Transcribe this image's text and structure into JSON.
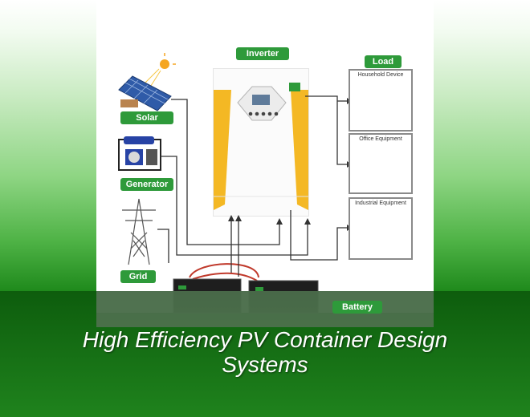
{
  "diagram": {
    "labels": {
      "inverter": "Inverter",
      "load": "Load",
      "solar_panels": "Solar Panels",
      "generator": "Generator",
      "grid": "Grid",
      "battery": "Battery"
    },
    "load_groups": [
      {
        "title": "Household Device"
      },
      {
        "title": "Office Equipment"
      },
      {
        "title": "Industrial Equipment"
      }
    ],
    "colors": {
      "tag_green": "#2e9a3a",
      "inverter_accent": "#f4b824",
      "wire": "#333333",
      "cable_red": "#c0392b"
    }
  },
  "caption": {
    "line1": "High Efficiency PV Container Design",
    "line2": "Systems"
  }
}
